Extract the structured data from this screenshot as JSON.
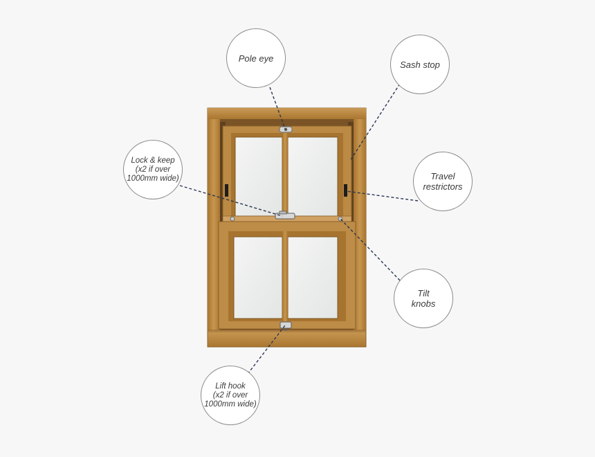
{
  "diagram": {
    "callouts": [
      {
        "id": "pole-eye",
        "label": "Pole eye"
      },
      {
        "id": "sash-stop",
        "label": "Sash stop"
      },
      {
        "id": "lock-keep",
        "label": "Lock & keep\n(x2 if over\n1000mm wide)"
      },
      {
        "id": "travel-restrictors",
        "label": "Travel\nrestrictors"
      },
      {
        "id": "tilt-knobs",
        "label": "Tilt\nknobs"
      },
      {
        "id": "lift-hook",
        "label": "Lift hook\n(x2 if over\n1000mm wide)"
      }
    ]
  },
  "colors": {
    "background": "#f7f7f8",
    "wood_light": "#c89a5c",
    "wood_mid": "#b3823f",
    "wood_dark": "#8c6128",
    "glass": "#eef0ef",
    "leader_line": "#2a3550"
  }
}
